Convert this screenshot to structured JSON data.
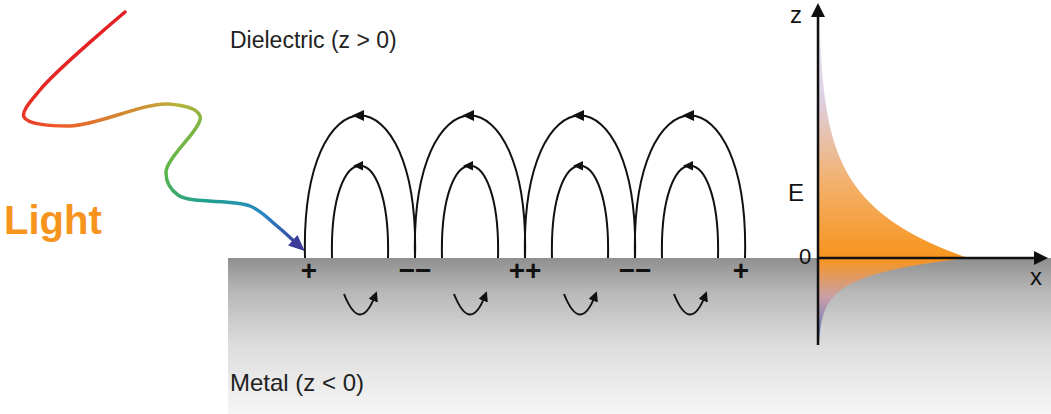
{
  "diagram": {
    "nodes": [
      {
        "text": [
          "Metal (z < 0)"
        ]
      }
    ],
    "labels": [
      "Light",
      "Dielectric (z > 0)",
      "+",
      "−−",
      "++",
      "−−",
      "+",
      "z",
      "E",
      "0",
      "x"
    ]
  }
}
